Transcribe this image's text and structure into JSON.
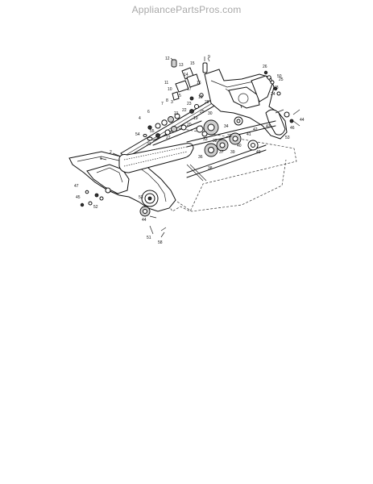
{
  "watermark": "AppliancePartsPros.com",
  "diagram": {
    "callouts": [
      "12",
      "13",
      "9",
      "15",
      "14",
      "11",
      "10",
      "16",
      "3",
      "5",
      "17",
      "18",
      "23",
      "28",
      "19",
      "6",
      "22",
      "20",
      "21",
      "4",
      "54",
      "2",
      "55",
      "27",
      "31",
      "34",
      "26",
      "25",
      "50",
      "24",
      "48",
      "44",
      "53",
      "43",
      "42",
      "41",
      "40",
      "39",
      "37",
      "35",
      "49",
      "32",
      "36",
      "30",
      "33",
      "38",
      "1",
      "47",
      "45",
      "52",
      "53",
      "44",
      "51",
      "58",
      "29",
      "7",
      "8",
      "46"
    ]
  }
}
